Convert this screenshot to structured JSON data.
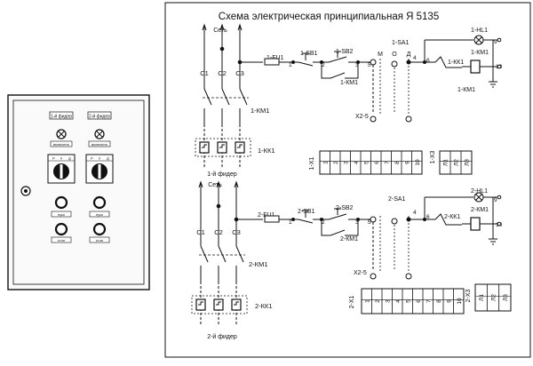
{
  "panel": {
    "feeder1_tag": "1-й фидер",
    "feeder2_tag": "2-й фидер",
    "lamp1_label": "включено",
    "lamp2_label": "включено",
    "switch_marks": [
      "Р",
      "0",
      "Д"
    ],
    "start1_label": "пуск",
    "start2_label": "пуск",
    "stop1_label": "стоп",
    "stop2_label": "стоп"
  },
  "scheme": {
    "title": "Схема электрическая принципиальная   Я 5135",
    "feeder1": {
      "network": "Сеть",
      "phases": [
        "С1",
        "С2",
        "С3"
      ],
      "contactor": "1-КМ1",
      "relay": "1-КК1",
      "name": "1-й фидер",
      "fuse": "1-FU1",
      "btn_stop": "1-SB1",
      "btn_start": "1-SB2",
      "hold_contact": "1-КМ1",
      "x2": "Х2-5",
      "selector": "1-SA1",
      "sel_marks": [
        "М",
        "О",
        "Д"
      ],
      "relay_contact": "1-КК1",
      "lamp": "1-HL1",
      "coil": "1-КМ1",
      "coil_label": "1-КМ1",
      "terminals_label": "1-Х1",
      "terminals": [
        "1",
        "2",
        "3",
        "4",
        "5",
        "6",
        "7",
        "8",
        "9",
        "10"
      ],
      "x3_label": "1-Х3",
      "x3_terminals": [
        "Л1",
        "Л2",
        "Л3"
      ],
      "nodes": [
        "1",
        "2",
        "3",
        "4",
        "5",
        "6",
        "9",
        "10"
      ]
    },
    "feeder2": {
      "network": "Сеть",
      "phases": [
        "С1",
        "С2",
        "С3"
      ],
      "contactor": "2-КМ1",
      "relay": "2-КК1",
      "name": "2-й фидер",
      "fuse": "2-FU1",
      "btn_stop": "2-SB1",
      "btn_start": "2-SB2",
      "hold_contact": "2-КМ1",
      "x2": "Х2-5",
      "selector": "2-SA1",
      "relay_contact": "2-КК1",
      "lamp": "2-HL1",
      "coil": "2-КМ1",
      "terminals_label": "2-Х1",
      "terminals": [
        "1",
        "2",
        "3",
        "4",
        "5",
        "6",
        "7",
        "8",
        "9",
        "10"
      ],
      "x3_label": "2-Х3",
      "x3_terminals": [
        "Л1",
        "Л2",
        "Л3"
      ],
      "nodes": [
        "1",
        "2",
        "3",
        "4",
        "5",
        "6",
        "9",
        "10"
      ]
    }
  }
}
